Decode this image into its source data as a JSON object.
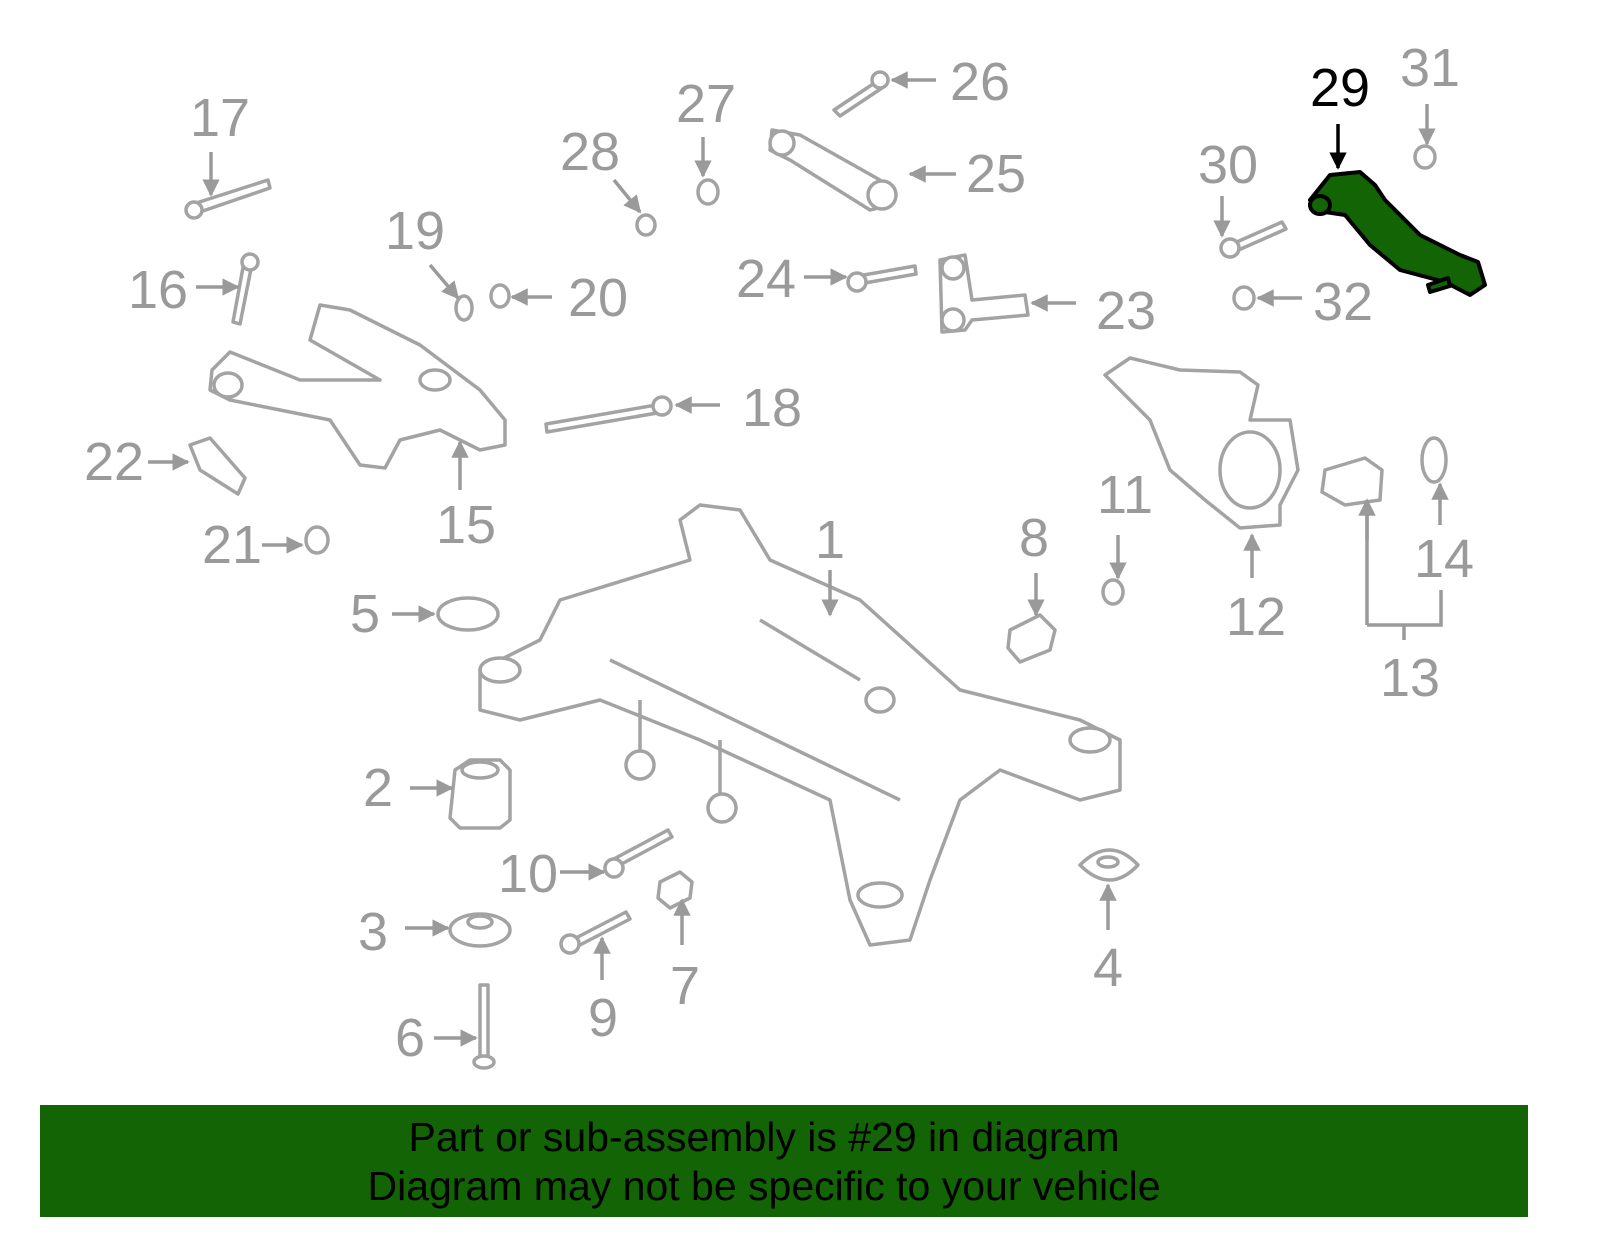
{
  "diagram": {
    "highlighted_part": "29",
    "highlight_color": "#126405",
    "label_color": "#9a9a9a",
    "labels": {
      "p1": "1",
      "p2": "2",
      "p3": "3",
      "p4": "4",
      "p5": "5",
      "p6": "6",
      "p7": "7",
      "p8": "8",
      "p9": "9",
      "p10": "10",
      "p11": "11",
      "p12": "12",
      "p13": "13",
      "p14": "14",
      "p15": "15",
      "p16": "16",
      "p17": "17",
      "p18": "18",
      "p19": "19",
      "p20": "20",
      "p21": "21",
      "p22": "22",
      "p23": "23",
      "p24": "24",
      "p25": "25",
      "p26": "26",
      "p27": "27",
      "p28": "28",
      "p29": "29",
      "p30": "30",
      "p31": "31",
      "p32": "32"
    }
  },
  "banner": {
    "line1": "Part or sub-assembly is #29 in diagram",
    "line2": "Diagram may not be specific to your vehicle",
    "background": "#126405"
  }
}
